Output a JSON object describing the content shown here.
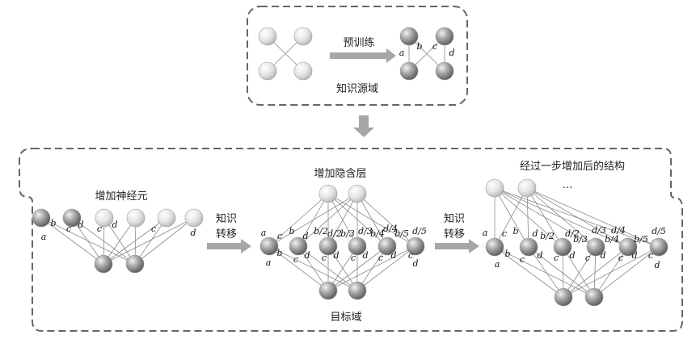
{
  "source": {
    "caption": "知识源域",
    "arrow_label": "预训练",
    "edge_labels": [
      "a",
      "b",
      "c",
      "d"
    ]
  },
  "target": {
    "caption": "目标域",
    "stage1_title": "增加神经元",
    "stage2_title": "增加隐含层",
    "stage3_title": "经过一步增加后的结构",
    "ellipsis": "…",
    "transfer_label_line1": "知识",
    "transfer_label_line2": "转移",
    "stage1_edge_labels": [
      "a",
      "b",
      "c",
      "d",
      "c",
      "d",
      "c",
      "d"
    ],
    "stage2_top_labels": [
      "a",
      "c",
      "b",
      "d",
      "b/2",
      "d/2",
      "b/3",
      "d/3",
      "b/4",
      "d/4",
      "b/5",
      "d/5"
    ],
    "stage2_bottom_labels": [
      "a",
      "b",
      "c",
      "d",
      "c",
      "d",
      "c",
      "d",
      "c",
      "d",
      "c",
      "d"
    ],
    "stage3_top_labels": [
      "a",
      "c",
      "b",
      "d",
      "b/2",
      "d/2",
      "b/3",
      "d/3",
      "b/4",
      "d/4",
      "b/5",
      "d/5"
    ],
    "stage3_bottom_labels": [
      "a",
      "b",
      "c",
      "d",
      "c",
      "d",
      "c",
      "d",
      "c",
      "d",
      "c",
      "d"
    ]
  },
  "colors": {
    "dashed_border": "#666666",
    "arrow_fill": "#a6a6a6",
    "node_light": "#e6e6e6",
    "node_dark": "#8f8f8f",
    "edge": "#8a8a8a"
  }
}
